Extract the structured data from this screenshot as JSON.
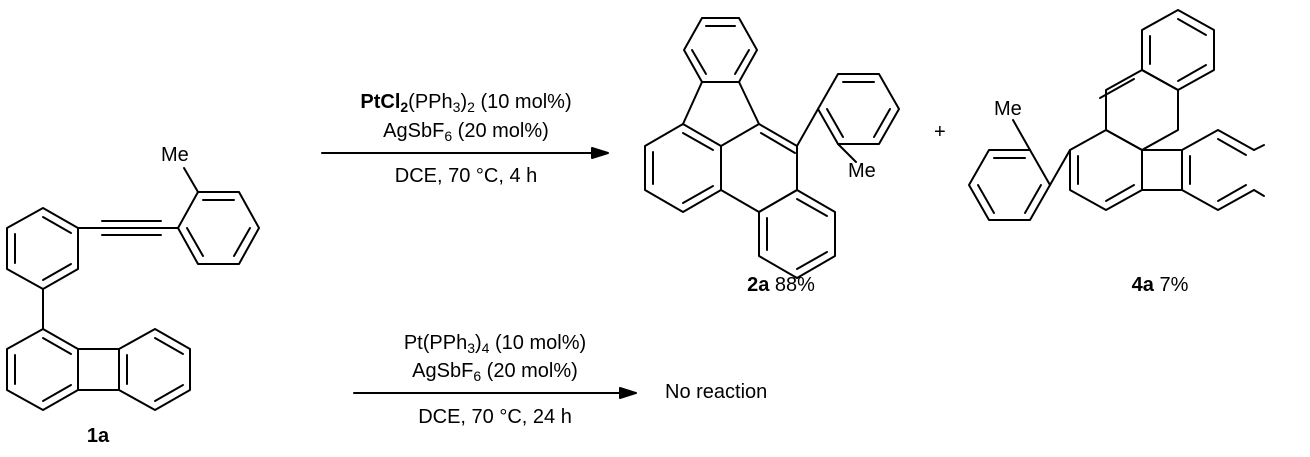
{
  "compounds": {
    "start": {
      "label": "1a",
      "substituent": "Me"
    },
    "product_major": {
      "label": "2a",
      "yield": "88%",
      "substituent": "Me"
    },
    "product_minor": {
      "label": "4a",
      "yield": "7%",
      "substituent": "Me"
    },
    "plus": "+"
  },
  "reaction_top": {
    "catalyst_bold": "PtCl",
    "catalyst_bold_sub": "2",
    "catalyst_rest": "(PPh",
    "catalyst_rest_sub": "3",
    "catalyst_tail": ")",
    "catalyst_tail_sub": "2",
    "catalyst_load": " (10 mol%)",
    "additive": "AgSbF",
    "additive_sub": "6",
    "additive_load": " (20 mol%)",
    "conditions": "DCE, 70 °C, 4 h"
  },
  "reaction_bottom": {
    "catalyst": "Pt(PPh",
    "catalyst_sub": "3",
    "catalyst_tail": ")",
    "catalyst_tail_sub": "4",
    "catalyst_load": " (10 mol%)",
    "additive": "AgSbF",
    "additive_sub": "6",
    "additive_load": " (20 mol%)",
    "conditions": "DCE, 70 °C, 24 h",
    "result": "No reaction"
  }
}
